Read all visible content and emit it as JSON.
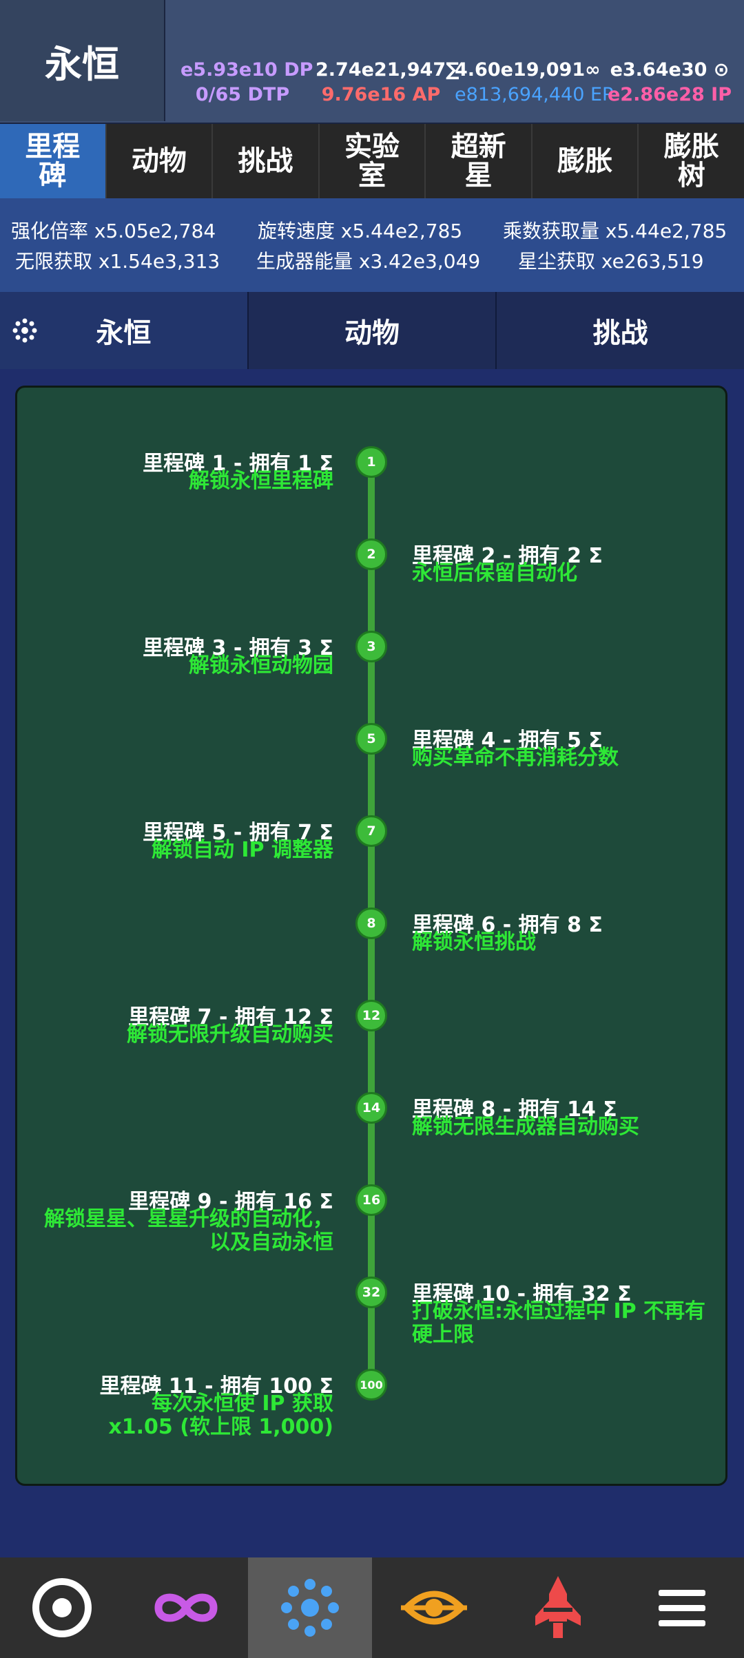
{
  "header": {
    "prestige_name": "永恒",
    "currencies": [
      {
        "value": "e5.93e10 DP",
        "color": "#c79bff"
      },
      {
        "value": "0/65 DTP",
        "color": "#c79bff"
      },
      {
        "value": "2.74e21,947∑",
        "color": "#ffffff"
      },
      {
        "value": "9.76e16 AP",
        "color": "#ff6b6b"
      },
      {
        "value": "4.60e19,091∞",
        "color": "#ffffff"
      },
      {
        "value": "e813,694,440 EP",
        "color": "#4aa3ff"
      },
      {
        "value": "e3.64e30 ⊙",
        "color": "#ffffff"
      },
      {
        "value": "e2.86e28 IP",
        "color": "#ff5fa8"
      }
    ]
  },
  "main_tabs": [
    {
      "label": "里程\n碑"
    },
    {
      "label": "动物"
    },
    {
      "label": "挑战"
    },
    {
      "label": "实验\n室"
    },
    {
      "label": "超新\n星"
    },
    {
      "label": "膨胀"
    },
    {
      "label": "膨胀\n树"
    }
  ],
  "stats": [
    "强化倍率 x5.05e2,784",
    "旋转速度 x5.44e2,785",
    "乘数获取量 x5.44e2,785",
    "无限获取 x1.54e3,313",
    "生成器能量 x3.42e3,049",
    "星尘获取 xe263,519"
  ],
  "sub_tabs": [
    "永恒",
    "动物",
    "挑战"
  ],
  "milestones": [
    {
      "node": "1",
      "title": "里程碑 1 - 拥有 1 Σ",
      "desc": "解锁永恒里程碑"
    },
    {
      "node": "2",
      "title": "里程碑 2 - 拥有 2 Σ",
      "desc": "永恒后保留自动化"
    },
    {
      "node": "3",
      "title": "里程碑 3 - 拥有 3 Σ",
      "desc": "解锁永恒动物园"
    },
    {
      "node": "5",
      "title": "里程碑 4 - 拥有 5 Σ",
      "desc": "购买革命不再消耗分数"
    },
    {
      "node": "7",
      "title": "里程碑 5 - 拥有 7 Σ",
      "desc": "解锁自动 IP 调整器"
    },
    {
      "node": "8",
      "title": "里程碑 6 - 拥有 8 Σ",
      "desc": "解锁永恒挑战"
    },
    {
      "node": "12",
      "title": "里程碑 7 - 拥有 12 Σ",
      "desc": "解锁无限升级自动购买"
    },
    {
      "node": "14",
      "title": "里程碑 8 - 拥有 14 Σ",
      "desc": "解锁无限生成器自动购买"
    },
    {
      "node": "16",
      "title": "里程碑 9 - 拥有 16 Σ",
      "desc": "解锁星星、星星升级的自动化，以及自动永恒"
    },
    {
      "node": "32",
      "title": "里程碑 10 - 拥有 32 Σ",
      "desc": "打破永恒:永恒过程中 IP 不再有硬上限"
    },
    {
      "node": "100",
      "title": "里程碑 11 - 拥有 100 Σ",
      "desc": "每次永恒使 IP 获取 x1.05 (软上限 1,000)"
    }
  ],
  "bottom_nav": [
    {
      "icon": "ring-icon"
    },
    {
      "icon": "infinity-icon"
    },
    {
      "icon": "eternity-dots-icon"
    },
    {
      "icon": "dilation-eye-icon"
    },
    {
      "icon": "supernova-rocket-icon"
    },
    {
      "icon": "menu-icon"
    }
  ]
}
